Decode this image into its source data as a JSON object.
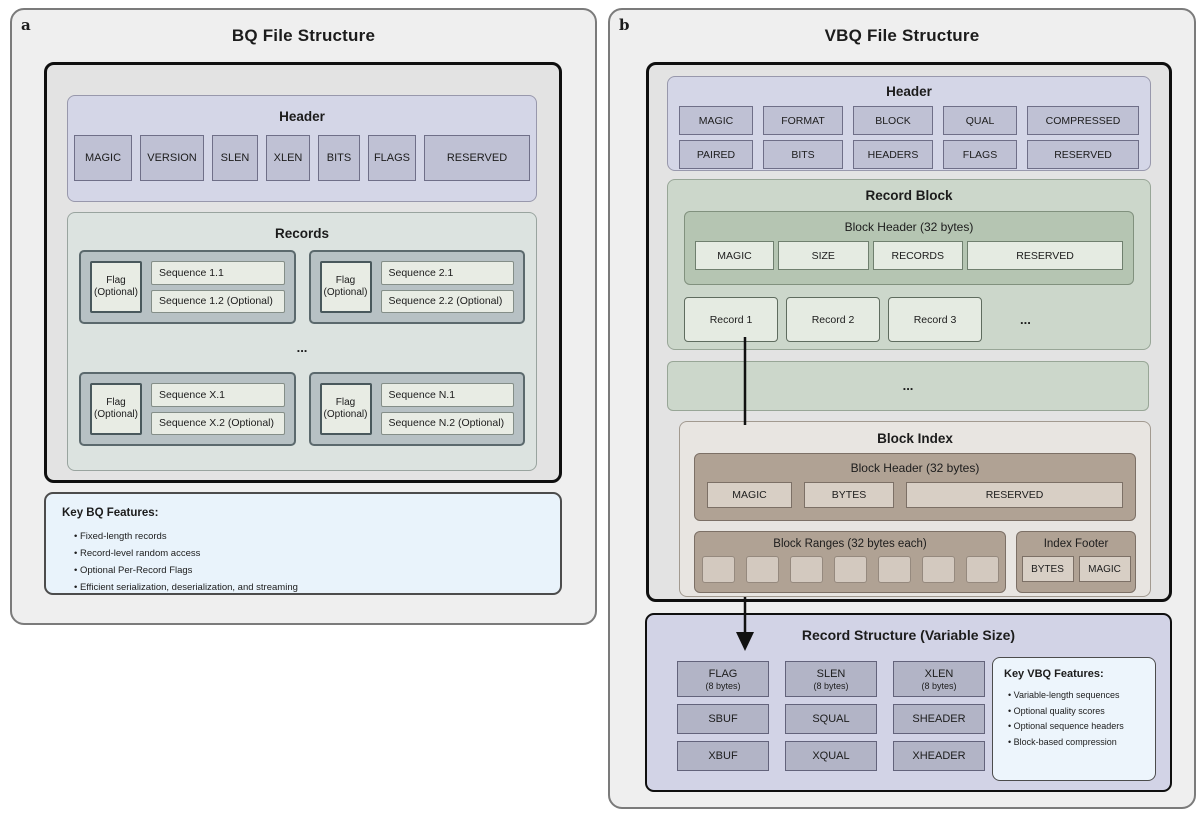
{
  "panel_a": {
    "label": "a",
    "title": "BQ File Structure",
    "header": {
      "title": "Header",
      "fields": [
        "MAGIC",
        "VERSION",
        "SLEN",
        "XLEN",
        "BITS",
        "FLAGS",
        "RESERVED"
      ]
    },
    "records": {
      "title": "Records",
      "ellipsis": "...",
      "groups": [
        {
          "flag_l1": "Flag",
          "flag_l2": "(Optional)",
          "seq1": "Sequence 1.1",
          "seq2": "Sequence 1.2 (Optional)"
        },
        {
          "flag_l1": "Flag",
          "flag_l2": "(Optional)",
          "seq1": "Sequence 2.1",
          "seq2": "Sequence 2.2 (Optional)"
        },
        {
          "flag_l1": "Flag",
          "flag_l2": "(Optional)",
          "seq1": "Sequence X.1",
          "seq2": "Sequence X.2 (Optional)"
        },
        {
          "flag_l1": "Flag",
          "flag_l2": "(Optional)",
          "seq1": "Sequence N.1",
          "seq2": "Sequence N.2 (Optional)"
        }
      ]
    },
    "features": {
      "title": "Key BQ Features:",
      "items": [
        "Fixed-length records",
        "Record-level random access",
        "Optional Per-Record Flags",
        "Efficient serialization, deserialization, and streaming"
      ]
    }
  },
  "panel_b": {
    "label": "b",
    "title": "VBQ File Structure",
    "header": {
      "title": "Header",
      "row1": [
        "MAGIC",
        "FORMAT",
        "BLOCK",
        "QUAL",
        "COMPRESSED"
      ],
      "row2": [
        "PAIRED",
        "BITS",
        "HEADERS",
        "FLAGS",
        "RESERVED"
      ]
    },
    "record_block": {
      "title": "Record Block",
      "block_header": {
        "title": "Block Header (32 bytes)",
        "fields": [
          "MAGIC",
          "SIZE",
          "RECORDS",
          "RESERVED"
        ]
      },
      "records": [
        "Record 1",
        "Record 2",
        "Record 3"
      ],
      "ellipsis": "..."
    },
    "ellipsis_row": "...",
    "block_index": {
      "title": "Block Index",
      "block_header": {
        "title": "Block Header (32 bytes)",
        "fields": [
          "MAGIC",
          "BYTES",
          "RESERVED"
        ]
      },
      "ranges": {
        "title": "Block Ranges (32 bytes each)",
        "slot_count": 7
      },
      "footer": {
        "title": "Index Footer",
        "fields": [
          "BYTES",
          "MAGIC"
        ]
      }
    },
    "record_structure": {
      "title": "Record Structure (Variable Size)",
      "row1": [
        {
          "name": "FLAG",
          "sub": "(8 bytes)"
        },
        {
          "name": "SLEN",
          "sub": "(8 bytes)"
        },
        {
          "name": "XLEN",
          "sub": "(8 bytes)"
        }
      ],
      "row2": [
        "SBUF",
        "SQUAL",
        "SHEADER"
      ],
      "row3": [
        "XBUF",
        "XQUAL",
        "XHEADER"
      ],
      "features": {
        "title": "Key VBQ Features:",
        "items": [
          "Variable-length sequences",
          "Optional quality scores",
          "Optional sequence headers",
          "Block-based compression"
        ]
      }
    }
  },
  "colors": {
    "panel_bg": "#efefef",
    "inner_bg": "#e3e3e3",
    "lavender_section": "#d4d6e7",
    "lavender_cell": "#bfc1d4",
    "records_section": "#dce3e0",
    "record_group": "#b7c1c4",
    "pale_cell": "#e8ece4",
    "sage_section": "#ccd7cb",
    "sage_header": "#b5c5b2",
    "pale_green_cell": "#e5ebe2",
    "index_bg": "#e8e5e1",
    "taupe": "#b0a294",
    "taupe_cell": "#d8cfc5",
    "record_struct_bg": "#d2d3e6",
    "record_struct_cell": "#b2b4c6",
    "features_bg": "#e9f3fb"
  }
}
